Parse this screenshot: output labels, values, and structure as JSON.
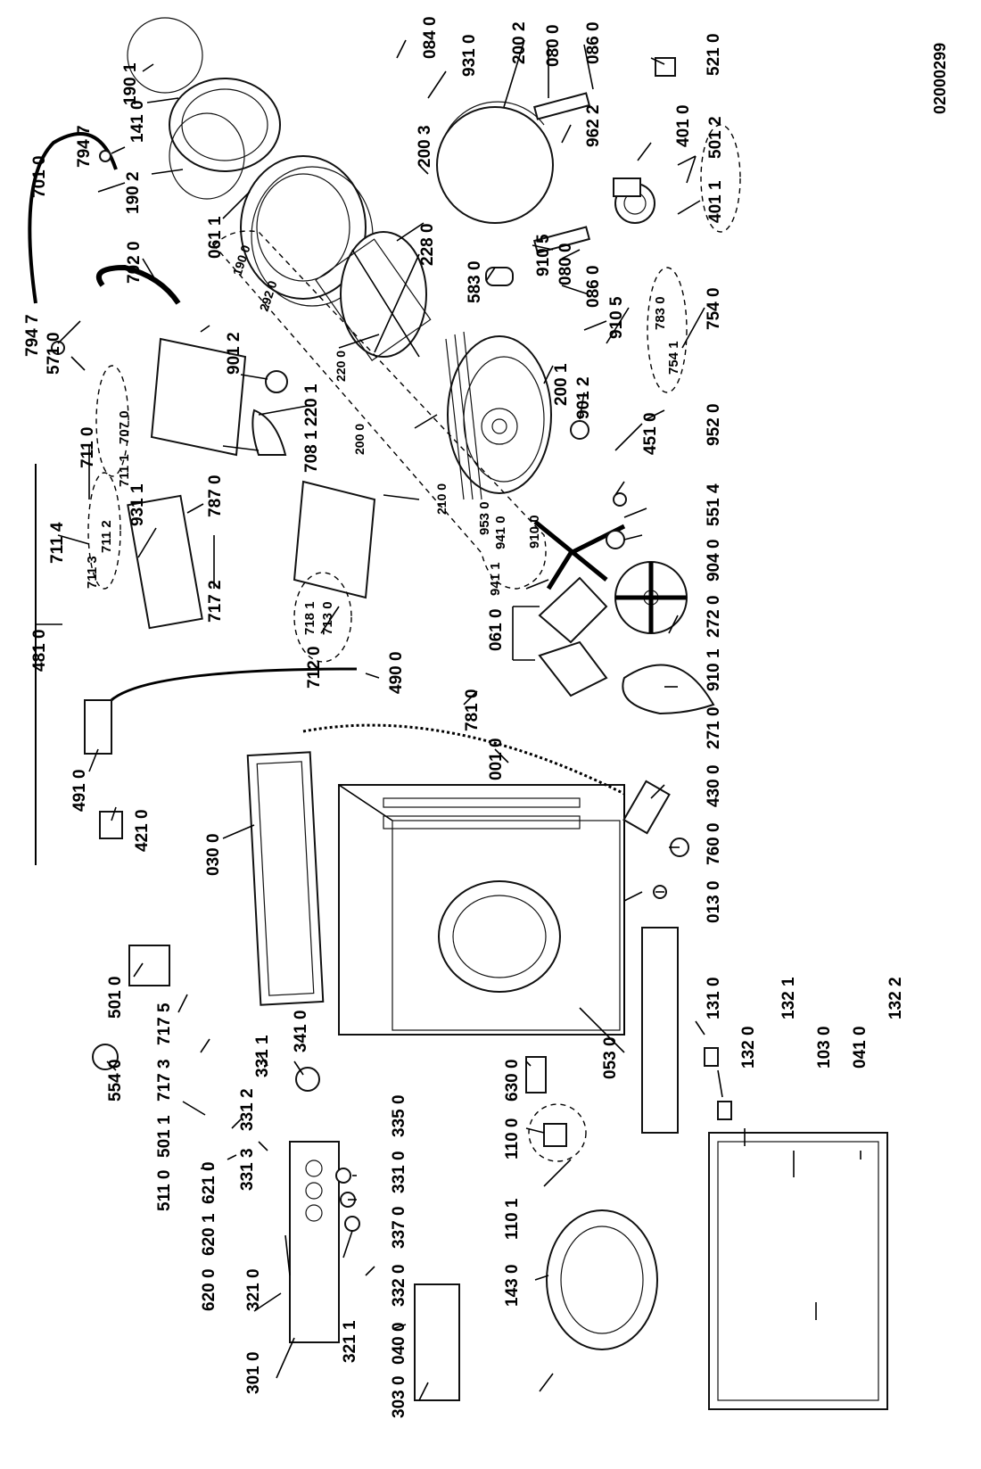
{
  "document_number": "02000299",
  "part_labels": {
    "p1901": "190 1",
    "p1410": "141 0",
    "p7947a": "794 7",
    "p7010": "701 0",
    "p1902": "190 2",
    "p0611": "061 1",
    "p1900": "190 0",
    "p2920": "292 0",
    "p7020": "702 0",
    "p7947b": "794 7",
    "p5710": "571 0",
    "p2200": "220 0",
    "p9012a": "901 2",
    "p2201": "220 1",
    "p7081": "708 1",
    "p7070": "707 0",
    "p7111": "711 1",
    "p7110": "711 0",
    "p2000": "200 0",
    "p7114": "711 4",
    "p7113": "711 3",
    "p7112": "711 2",
    "p9311": "931 1",
    "p7870": "787 0",
    "p7172": "717 2",
    "p2100": "210 0",
    "p7181": "718 1",
    "p7130": "713 0",
    "p7120": "712 0",
    "p4810": "481 0",
    "p4900": "490 0",
    "p7810": "781 0",
    "p4910": "491 0",
    "p4210": "421 0",
    "p0300": "030 0",
    "p0010": "001 0",
    "p0840": "084 0",
    "p9310": "931 0",
    "p2002": "200 2",
    "p0800a": "080 0",
    "p0860a": "086 0",
    "p5210": "521 0",
    "p2003": "200 3",
    "p9622": "962 2",
    "p4010": "401 0",
    "p5012": "501 2",
    "p4011": "401 1",
    "p2280": "228 0",
    "p9105a": "910 5",
    "p0800b": "080 0",
    "p0860b": "086 0",
    "p9105b": "910 5",
    "p5830": "583 0",
    "p7830": "783 0",
    "p7540": "754 0",
    "p7541": "754 1",
    "p2001": "200 1",
    "p9012b": "901 2",
    "p4510": "451 0",
    "p9520": "952 0",
    "p9530": "953 0",
    "p9410": "941 0",
    "p9100": "910 0",
    "p5514": "551 4",
    "p9040": "904 0",
    "p9411": "941 1",
    "p2720": "272 0",
    "p0610": "061 0",
    "p9101": "910 1",
    "p2710": "271 0",
    "p4300": "430 0",
    "p7600": "760 0",
    "p0130": "013 0",
    "p5010": "501 0",
    "p7175": "717 5",
    "p5540": "554 0",
    "p7173": "717 3",
    "p5011": "501 1",
    "p3311": "331 1",
    "p3410": "341 0",
    "p3312": "331 2",
    "p5110": "511 0",
    "p6210": "621 0",
    "p3313": "331 3",
    "p6201": "620 1",
    "p6200": "620 0",
    "p3210": "321 0",
    "p3011": "301 0",
    "p3350": "335 0",
    "p3310": "331 0",
    "p3370": "337 0",
    "p3320": "332 0",
    "p3211": "321 1",
    "p3030": "303 0",
    "p0400": "040 0",
    "p1430": "143 0",
    "p1101": "110 1",
    "p1100": "110 0",
    "p6300": "630 0",
    "p0530": "053 0",
    "p1310": "131 0",
    "p1320": "132 0",
    "p1321": "132 1",
    "p1030": "103 0",
    "p0410": "041 0",
    "p1322": "132 2"
  }
}
